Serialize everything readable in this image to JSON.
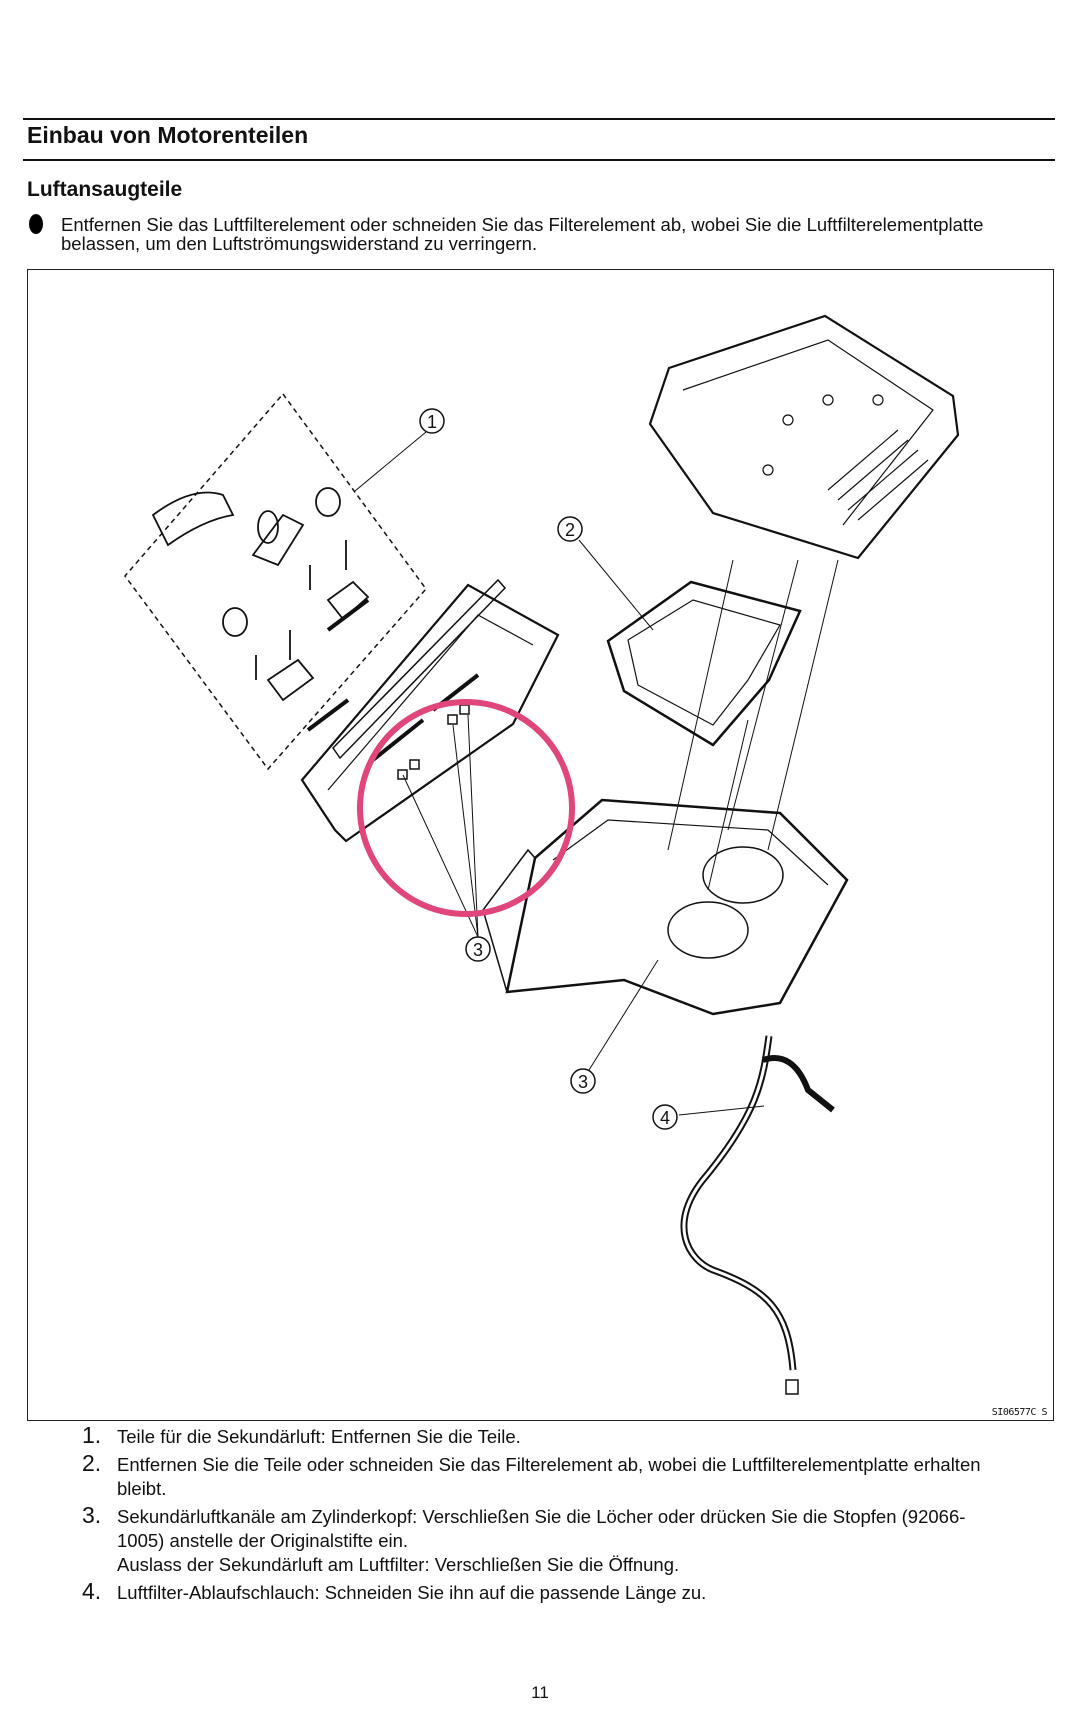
{
  "header": {
    "title": "Einbau von Motorenteilen"
  },
  "section": {
    "title": "Luftansaugteile",
    "bullet": "Entfernen Sie das Luftfilterelement oder schneiden Sie das Filterelement ab, wobei Sie die Luftfilterelementplatte belassen, um den Luftströmungswiderstand zu verringern."
  },
  "figure": {
    "code": "SI06577C  S",
    "callouts": [
      "1",
      "2",
      "3",
      "3",
      "4"
    ],
    "highlight_color": "#e0457b"
  },
  "list": [
    {
      "num": "1.",
      "lines": [
        "Teile für die Sekundärluft: Entfernen Sie die Teile."
      ]
    },
    {
      "num": "2.",
      "lines": [
        "Entfernen Sie die Teile oder schneiden Sie das Filterelement ab, wobei die Luftfilterelementplatte erhalten bleibt."
      ]
    },
    {
      "num": "3.",
      "lines": [
        "Sekundärluftkanäle am Zylinderkopf: Verschließen Sie die Löcher oder drücken Sie die Stopfen (92066-1005) anstelle der Originalstifte ein.",
        "Auslass der Sekundärluft am Luftfilter: Verschließen Sie die Öffnung."
      ]
    },
    {
      "num": "4.",
      "lines": [
        "Luftfilter-Ablaufschlauch: Schneiden Sie ihn auf die passende Länge zu."
      ]
    }
  ],
  "footer": {
    "page_number": "11"
  }
}
